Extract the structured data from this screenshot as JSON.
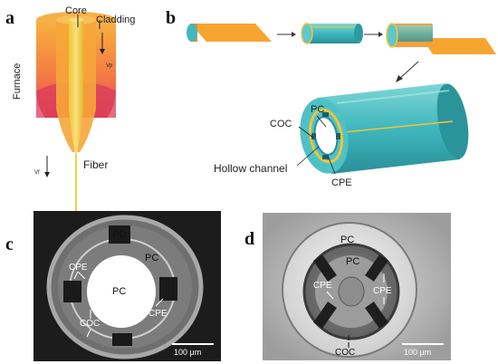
{
  "panels": {
    "a": {
      "letter": "a",
      "labels": {
        "core": "Core",
        "cladding": "Cladding",
        "furnace": "Furnace",
        "vp": "Vp",
        "vf": "Vf",
        "fiber": "Fiber"
      }
    },
    "b": {
      "letter": "b",
      "labels": {
        "pc": "PC",
        "coc": "COC",
        "hollow_channel": "Hollow channel",
        "cpe": "CPE"
      }
    },
    "c": {
      "letter": "c",
      "labels": {
        "pc_top": "PC",
        "pc_right": "PC",
        "pc_center": "PC",
        "cpe_left": "CPE",
        "cpe_right": "CPE",
        "coc": "COC"
      },
      "scale_bar": "100 μm"
    },
    "d": {
      "letter": "d",
      "labels": {
        "pc_outer": "PC",
        "pc_inner": "PC",
        "cpe_left": "CPE",
        "cpe_right": "CPE",
        "coc": "COC"
      },
      "scale_bar": "100 μm"
    }
  },
  "colors": {
    "orange": "#f7a531",
    "yellow": "#f2d443",
    "teal": "#3fb7bd",
    "furnace_red": "#e8475a",
    "micro_c_bg": "#1c1c1c",
    "micro_d_bg": "#bdbdbd"
  }
}
